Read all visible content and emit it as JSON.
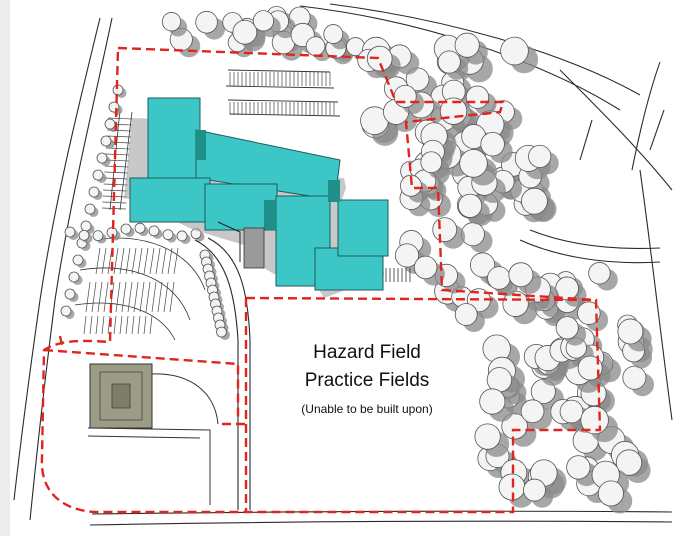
{
  "plan": {
    "field_title": "Hazard Field",
    "field_subtitle": "Practice Fields",
    "field_note": "(Unable to be built upon)"
  },
  "colors": {
    "building": "#3cc6c6",
    "building_dark": "#1f8f8a",
    "boundary": "#e0241f",
    "tree_shadow": "#8a8a8a",
    "tree_fill": "#f4f4f4",
    "small_building": "#9c9c86",
    "lines": "#2a2a2a"
  }
}
